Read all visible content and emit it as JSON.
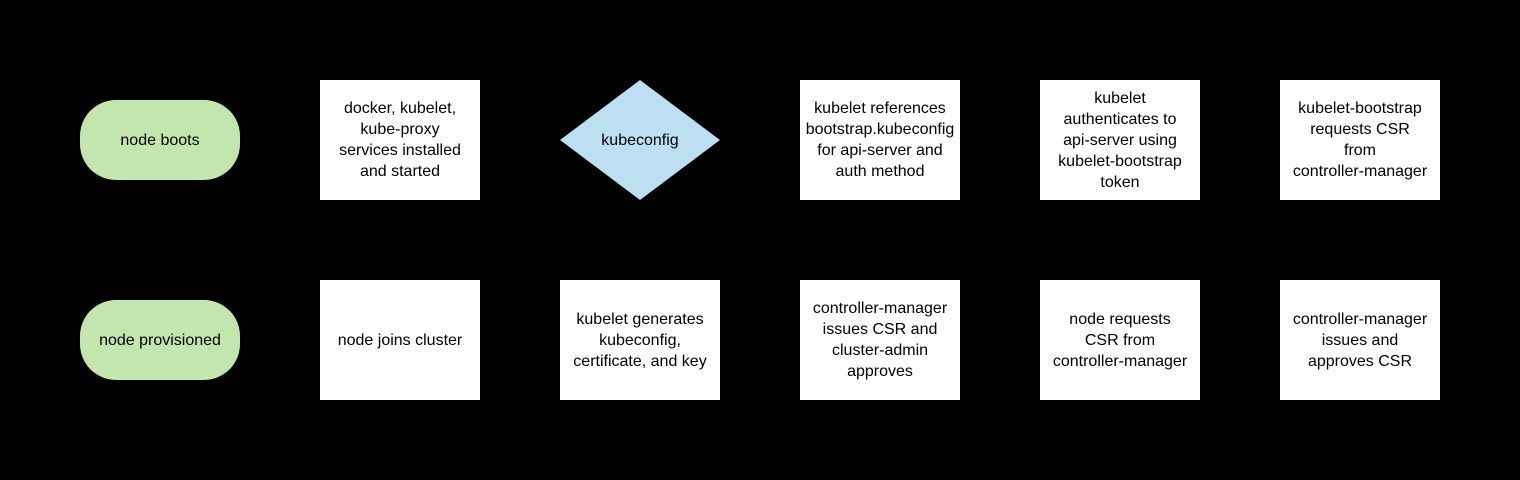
{
  "background_color": "#000000",
  "colors": {
    "terminator_fill": "#c3e6ae",
    "process_fill": "#ffffff",
    "decision_fill": "#bddff2",
    "text": "#000000"
  },
  "nodes": [
    {
      "id": "node-boots",
      "shape": "terminator",
      "row": "top",
      "label": "node boots"
    },
    {
      "id": "services-installed",
      "shape": "process",
      "row": "top",
      "label": "docker, kubelet,\nkube-proxy\nservices installed\nand started"
    },
    {
      "id": "kubeconfig-decision",
      "shape": "decision",
      "row": "top",
      "label": "kubeconfig"
    },
    {
      "id": "kubelet-references",
      "shape": "process",
      "row": "top",
      "label": "kubelet references\nbootstrap.kubeconfig\nfor api-server and\nauth method"
    },
    {
      "id": "kubelet-authenticates",
      "shape": "process",
      "row": "top",
      "label": "kubelet\nauthenticates to\napi-server using\nkubelet-bootstrap\ntoken"
    },
    {
      "id": "bootstrap-requests-csr",
      "shape": "process",
      "row": "top",
      "label": "kubelet-bootstrap\nrequests CSR\nfrom\ncontroller-manager"
    },
    {
      "id": "node-provisioned",
      "shape": "terminator",
      "row": "bottom",
      "label": "node provisioned"
    },
    {
      "id": "node-joins-cluster",
      "shape": "process",
      "row": "bottom",
      "label": "node joins cluster"
    },
    {
      "id": "kubelet-generates",
      "shape": "process",
      "row": "bottom",
      "label": "kubelet generates\nkubeconfig,\ncertificate, and key"
    },
    {
      "id": "cm-issues-admin-approves",
      "shape": "process",
      "row": "bottom",
      "label": "controller-manager\nissues CSR and\ncluster-admin\napproves"
    },
    {
      "id": "node-requests-csr",
      "shape": "process",
      "row": "bottom",
      "label": "node requests\nCSR from\ncontroller-manager"
    },
    {
      "id": "cm-issues-approves-csr",
      "shape": "process",
      "row": "bottom",
      "label": "controller-manager\nissues and\napproves CSR"
    }
  ]
}
